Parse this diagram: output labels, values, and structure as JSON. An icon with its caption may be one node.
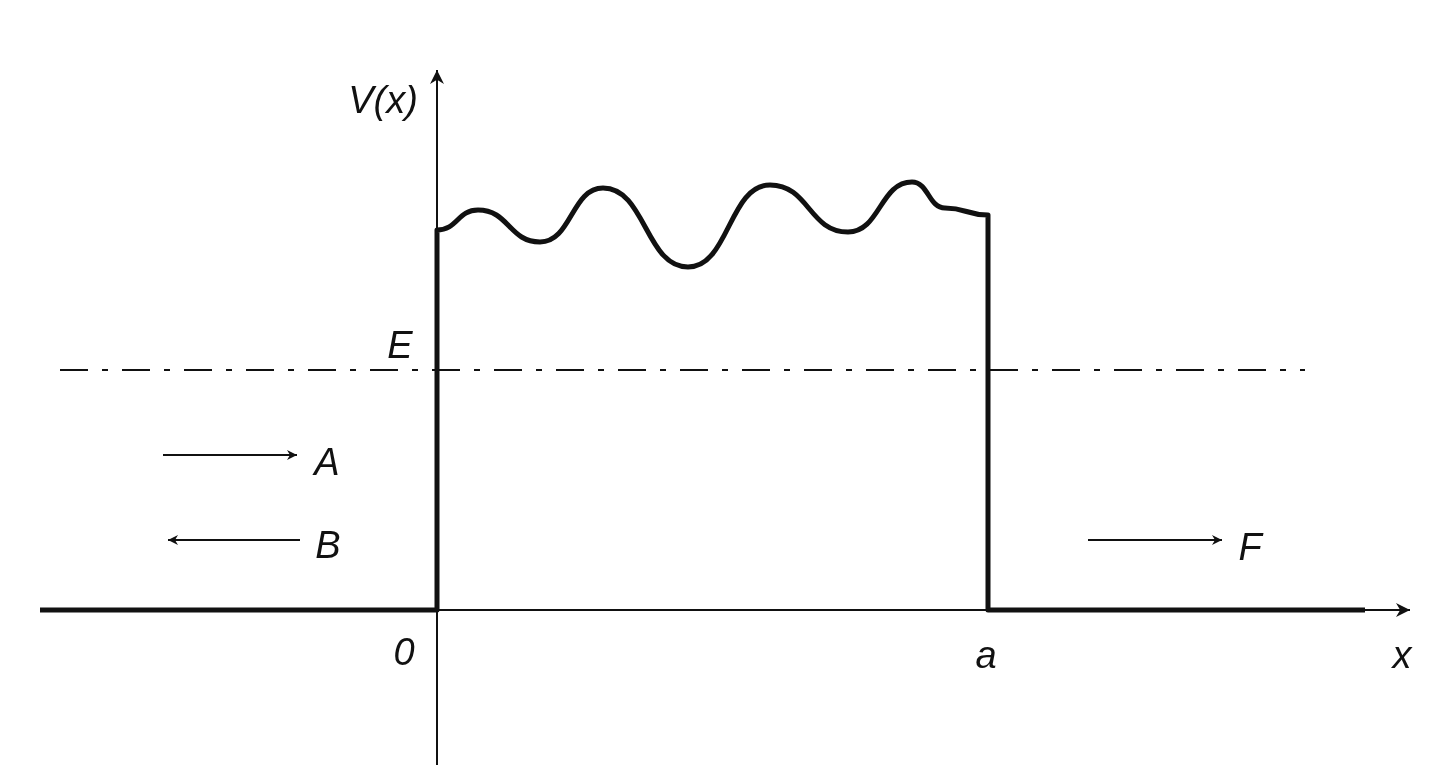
{
  "diagram": {
    "labels": [
      "V(x)",
      "E",
      "A",
      "B",
      "F",
      "0",
      "a",
      "x"
    ]
  }
}
